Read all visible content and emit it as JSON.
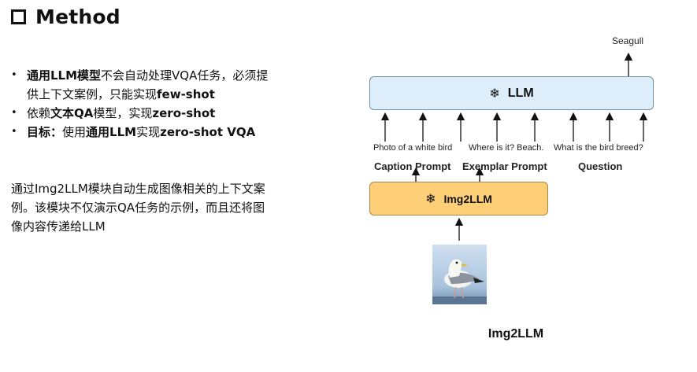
{
  "title": "Method",
  "bullets": [
    [
      {
        "t": "通用LLM模型",
        "b": true
      },
      {
        "t": "不会自动处理VQA任务，必须提供上下文案例，只能实现",
        "b": false
      },
      {
        "t": "few-shot",
        "b": true
      }
    ],
    [
      {
        "t": "依赖",
        "b": false
      },
      {
        "t": "文本QA",
        "b": true
      },
      {
        "t": "模型，实现",
        "b": false
      },
      {
        "t": "zero-shot",
        "b": true
      }
    ],
    [
      {
        "t": "目标：",
        "b": true
      },
      {
        "t": "使用",
        "b": false
      },
      {
        "t": "通用LLM",
        "b": true
      },
      {
        "t": "实现",
        "b": false
      },
      {
        "t": "zero-shot VQA",
        "b": true
      }
    ]
  ],
  "paragraph": "通过Img2LLM模块自动生成图像相关的上下文案例。该模块不仅演示QA任务的示例，而且还将图像内容传递给LLM",
  "diagram": {
    "output_label": "Seagull",
    "llm_label": "LLM",
    "img2llm_label": "Img2LLM",
    "frozen_icon": "❄",
    "input_texts": {
      "caption": "Photo of a white bird",
      "exemplar": "Where is it? Beach.",
      "question": "What is the bird breed?"
    },
    "group_labels": {
      "caption": "Caption Prompt",
      "exemplar": "Exemplar Prompt",
      "question": "Question"
    },
    "image_subject": "seagull-photo",
    "caption": "Img2LLM"
  },
  "colors": {
    "llm_fill": "#ddeefa",
    "img2llm_fill": "#ffcf78",
    "arrow": "#111111"
  }
}
